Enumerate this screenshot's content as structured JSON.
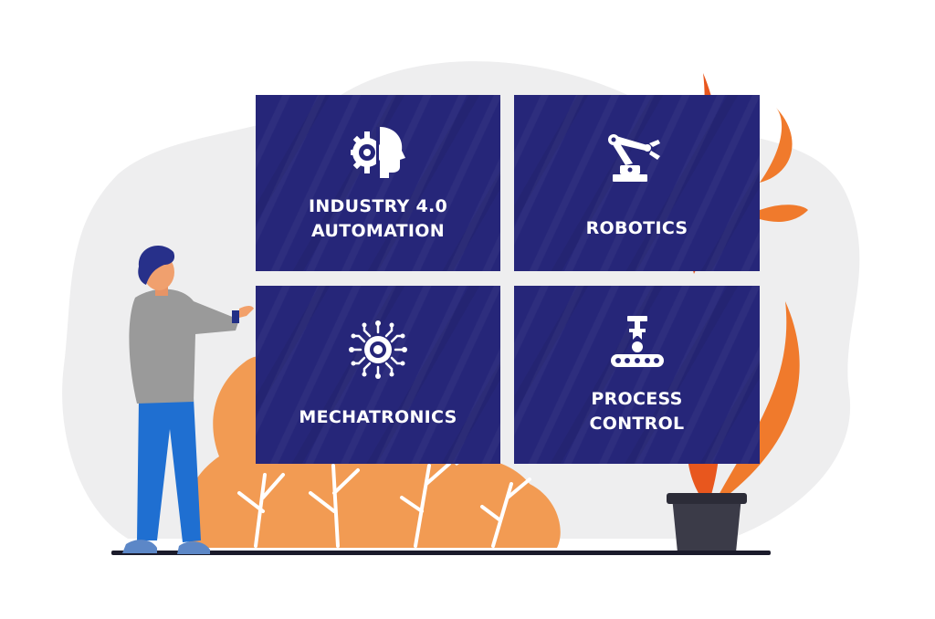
{
  "tiles": [
    {
      "label": "INDUSTRY 4.0\nAUTOMATION",
      "icon": "gear-head-icon"
    },
    {
      "label": "ROBOTICS",
      "icon": "robotic-arm-icon"
    },
    {
      "label": "MECHATRONICS",
      "icon": "chip-gear-icon"
    },
    {
      "label": "PROCESS\nCONTROL",
      "icon": "conveyor-claw-icon"
    }
  ],
  "colors": {
    "tile": "#262679",
    "accent_orange": "#f29b53",
    "flame": "#e8571e",
    "person_sweater": "#9a9a9a",
    "person_pants": "#1f6fd1",
    "person_hair": "#27308a",
    "ground": "#1b1b2b"
  }
}
